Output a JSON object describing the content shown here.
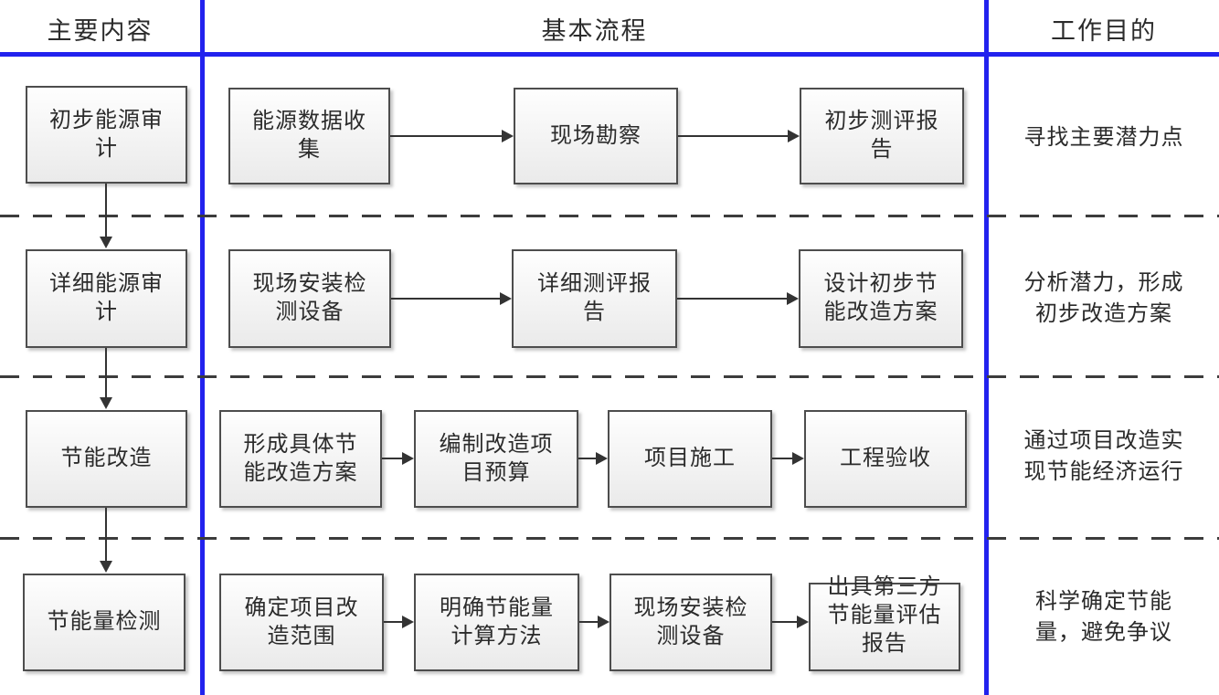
{
  "colors": {
    "grid_blue": "#2222ee",
    "dash_gray": "#3c3c3c",
    "box_border": "#4d4d4d",
    "text": "#2b2b2b"
  },
  "header": {
    "col_main": "主要内容",
    "col_process": "基本流程",
    "col_purpose": "工作目的"
  },
  "rows": [
    {
      "stage": "初步能源审\n计",
      "steps": [
        "能源数据收\n集",
        "现场勘察",
        "初步测评报\n告"
      ],
      "purpose": "寻找主要潜力点"
    },
    {
      "stage": "详细能源审\n计",
      "steps": [
        "现场安装检\n测设备",
        "详细测评报\n告",
        "设计初步节\n能改造方案"
      ],
      "purpose": "分析潜力，形成\n初步改造方案"
    },
    {
      "stage": "节能改造",
      "steps": [
        "形成具体节\n能改造方案",
        "编制改造项\n目预算",
        "项目施工",
        "工程验收"
      ],
      "purpose": "通过项目改造实\n现节能经济运行"
    },
    {
      "stage": "节能量检测",
      "steps": [
        "确定项目改\n造范围",
        "明确节能量\n计算方法",
        "现场安装检\n测设备",
        "出具第三方\n节能量评估\n报告"
      ],
      "purpose": "科学确定节能\n量，避免争议"
    }
  ]
}
